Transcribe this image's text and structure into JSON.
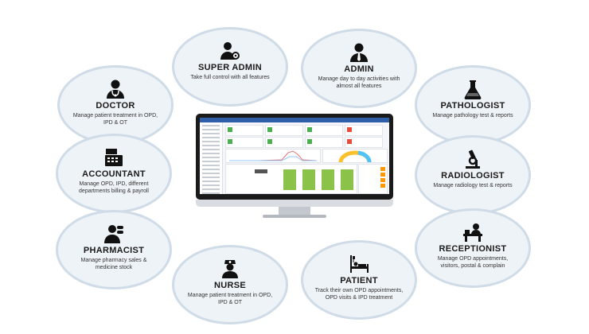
{
  "roles": {
    "super_admin": {
      "title": "SUPER ADMIN",
      "desc": "Take full control with all features",
      "icon": "user-gear-icon"
    },
    "admin": {
      "title": "ADMIN",
      "desc": "Manage day to day activities with almost all features",
      "icon": "user-tie-icon"
    },
    "doctor": {
      "title": "DOCTOR",
      "desc": "Manage patient treatment in OPD, IPD & OT",
      "icon": "doctor-icon"
    },
    "pathologist": {
      "title": "PATHOLOGIST",
      "desc": "Manage pathology test & reports",
      "icon": "flask-icon"
    },
    "accountant": {
      "title": "ACCOUNTANT",
      "desc": "Manage OPD, IPD, different departments billing & payroll",
      "icon": "cash-register-icon"
    },
    "radiologist": {
      "title": "RADIOLOGIST",
      "desc": "Manage radiology test & reports",
      "icon": "microscope-icon"
    },
    "pharmacist": {
      "title": "PHARMACIST",
      "desc": "Manage pharmacy sales & medicine stock",
      "icon": "pharmacist-icon"
    },
    "receptionist": {
      "title": "RECEPTIONIST",
      "desc": "Manage OPD appointments, visitors, postal & complain",
      "icon": "receptionist-icon"
    },
    "nurse": {
      "title": "NURSE",
      "desc": "Manage patient treatment in OPD, IPD & OT",
      "icon": "nurse-icon"
    },
    "patient": {
      "title": "PATIENT",
      "desc": "Track their own OPD appointments, OPD visits & IPD treatment",
      "icon": "patient-bed-icon"
    }
  },
  "colors": {
    "accent": "#2f5fa8",
    "circle_fill": "#eef3f8",
    "circle_border": "#cfdbe7",
    "bar_green": "#8bc34a"
  }
}
